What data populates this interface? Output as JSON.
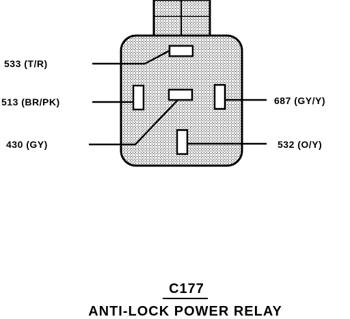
{
  "connector": {
    "id": "C177",
    "name": "ANTI-LOCK POWER RELAY"
  },
  "pins": {
    "p533": "533 (T/R)",
    "p513": "513 (BR/PK)",
    "p430": "430 (GY)",
    "p687": "687 (GY/Y)",
    "p532": "532  (O/Y)"
  },
  "colors": {
    "ink": "#000000",
    "body_fill": "#c8c8c8"
  }
}
